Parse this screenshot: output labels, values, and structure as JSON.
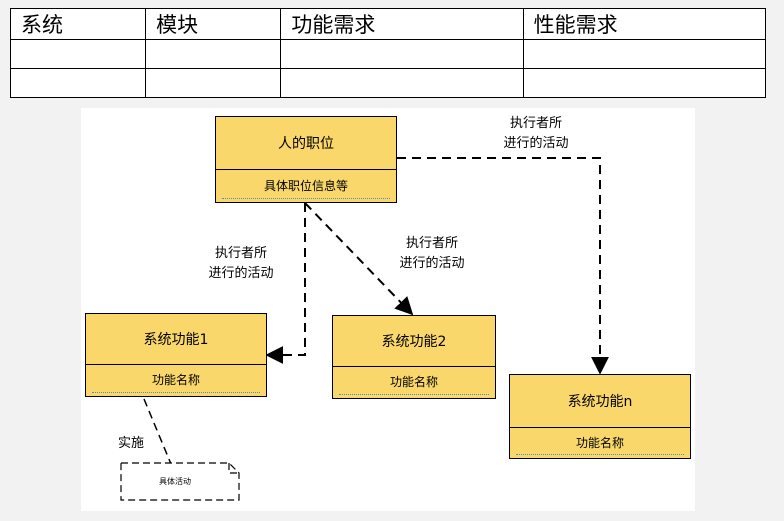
{
  "table": {
    "headers": [
      "系统",
      "模块",
      "功能需求",
      "性能需求"
    ],
    "rows": [
      [
        "",
        "",
        "",
        ""
      ],
      [
        "",
        "",
        "",
        ""
      ]
    ]
  },
  "diagram": {
    "role_box": {
      "title": "人的职位",
      "subtitle": "具体职位信息等"
    },
    "function1": {
      "title": "系统功能1",
      "subtitle": "功能名称"
    },
    "function2": {
      "title": "系统功能2",
      "subtitle": "功能名称"
    },
    "functionN": {
      "title": "系统功能n",
      "subtitle": "功能名称"
    },
    "edge_labels": {
      "top_right": [
        "执行者所",
        "进行的活动"
      ],
      "left": [
        "执行者所",
        "进行的活动"
      ],
      "middle": [
        "执行者所",
        "进行的活动"
      ]
    },
    "implement_label": "实施",
    "activity_note": "具体活动"
  }
}
